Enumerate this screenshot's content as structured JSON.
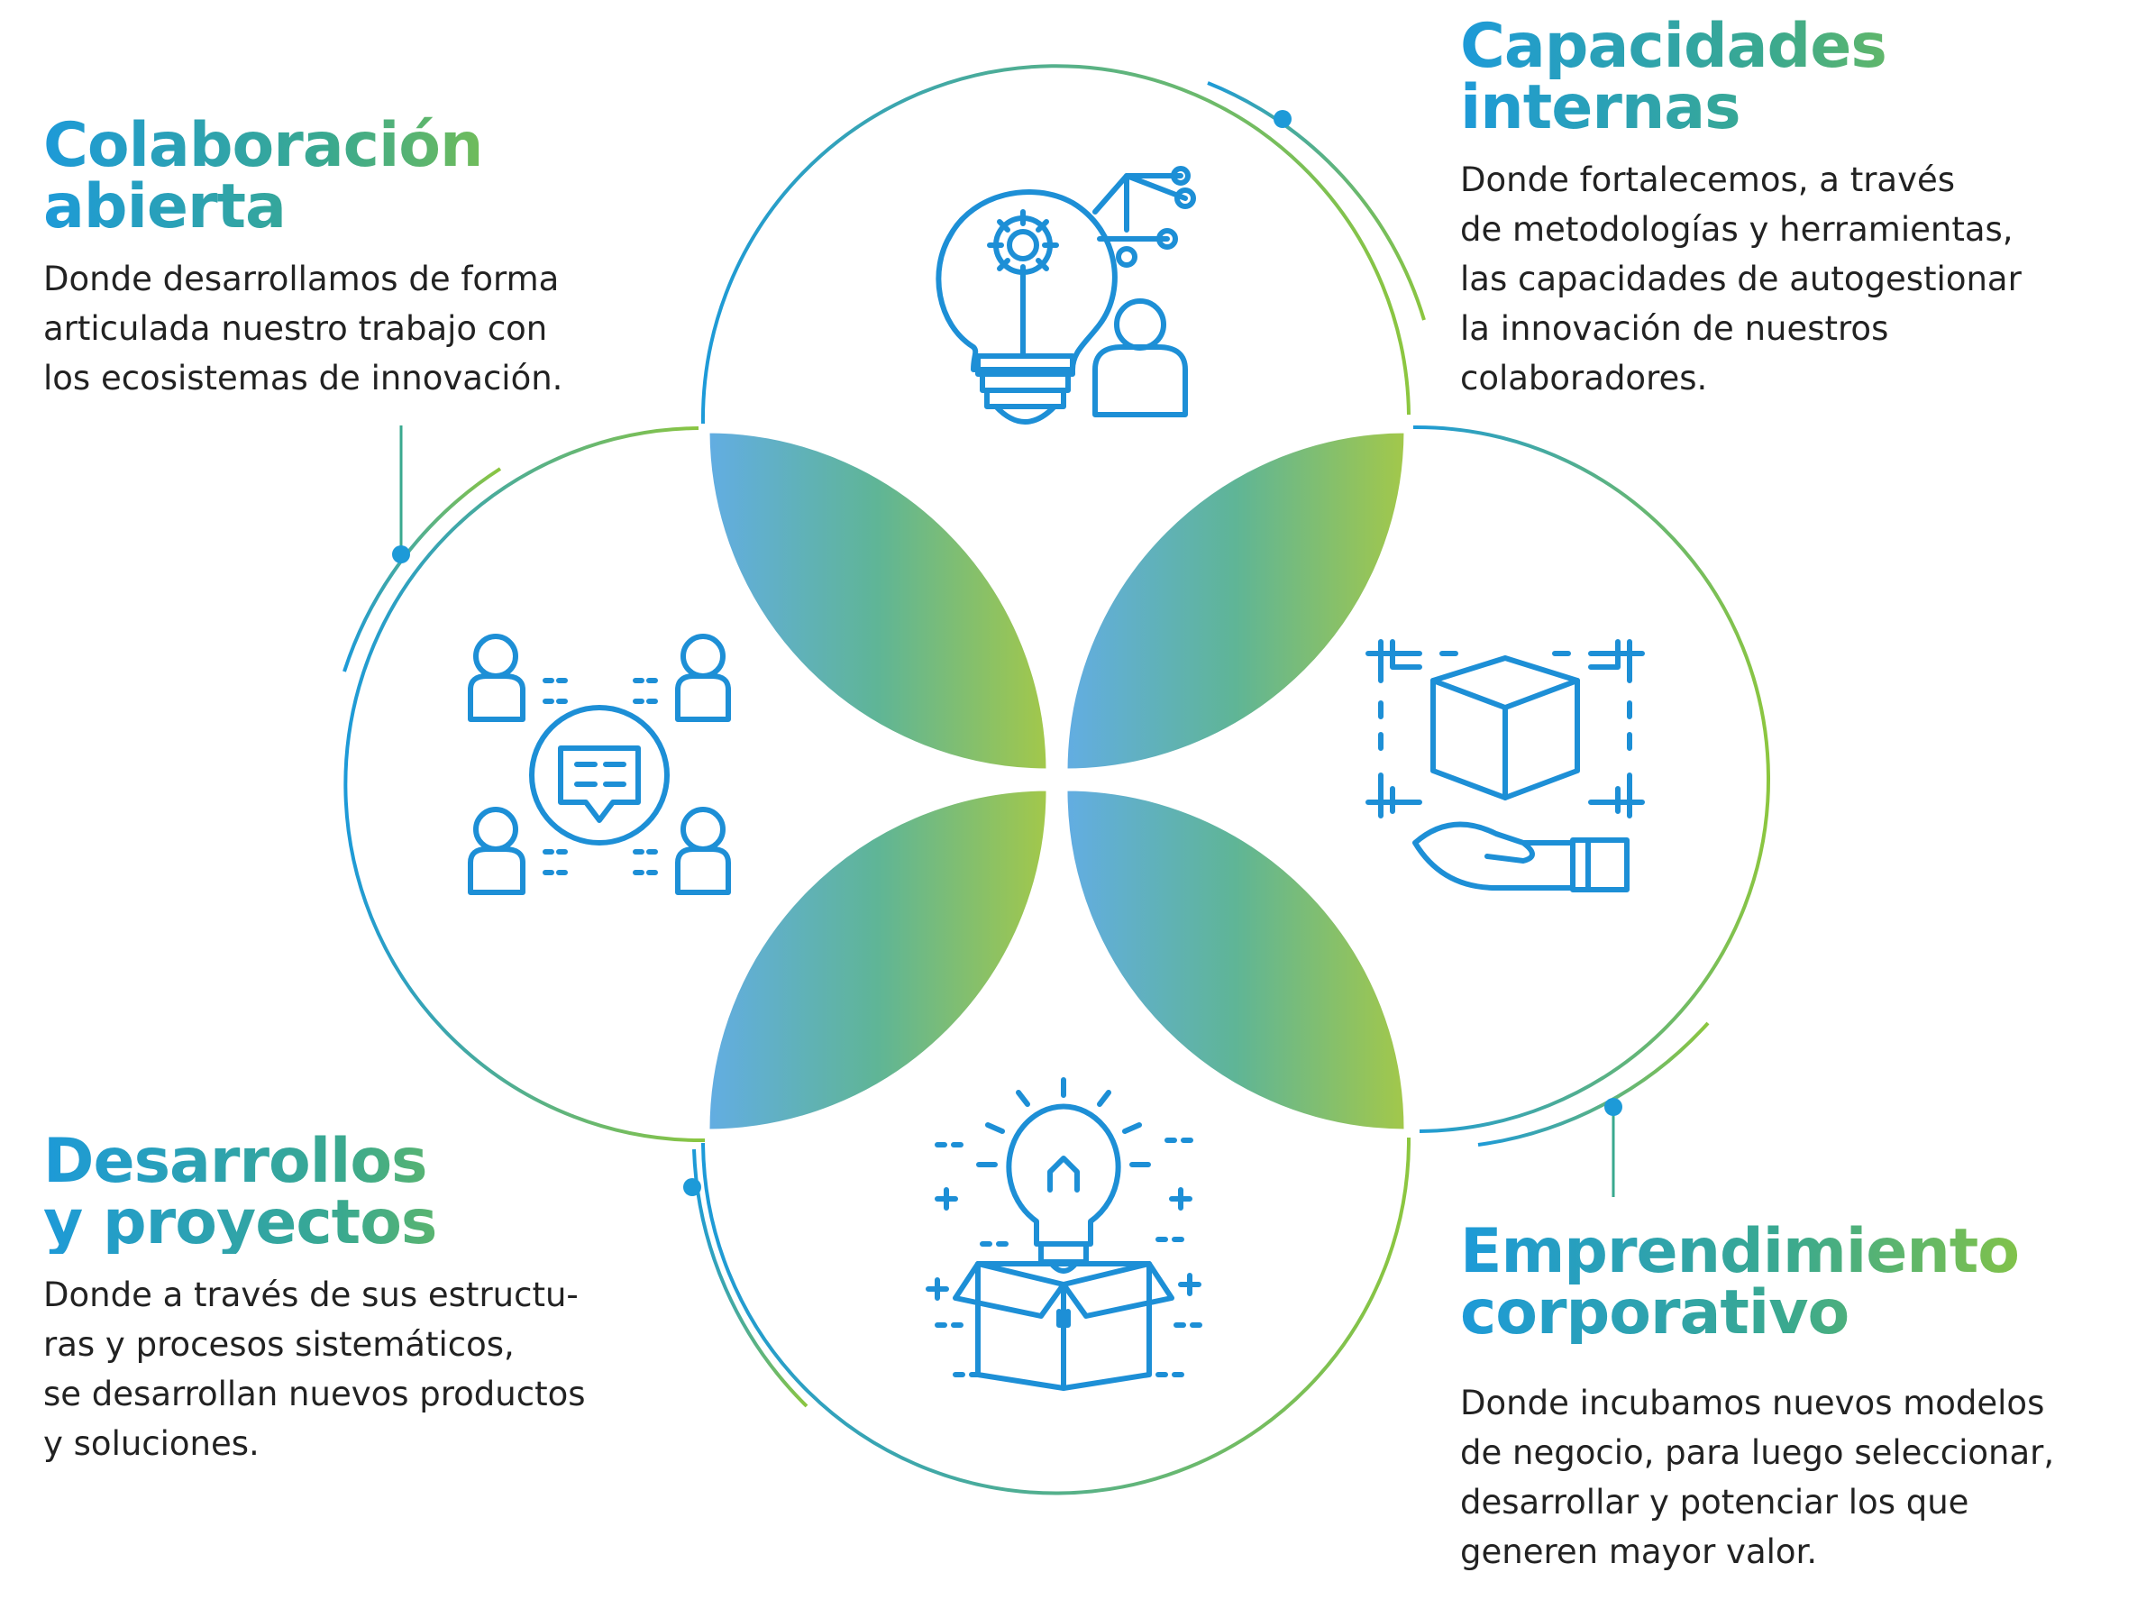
{
  "colors": {
    "gradient_blue": "#1d9ad8",
    "gradient_green": "#8cc63f",
    "icon_blue": "#1d8fd6",
    "text": "#222222"
  },
  "sections": {
    "colaboracion": {
      "title_lines": [
        "Colaboración",
        "abierta"
      ],
      "desc_lines": [
        "Donde desarrollamos de forma",
        "articulada nuestro trabajo con",
        "los ecosistemas de innovación."
      ],
      "icon": "team-chat-icon"
    },
    "capacidades": {
      "title_lines": [
        "Capacidades",
        "internas"
      ],
      "desc_lines": [
        "Donde fortalecemos, a través",
        "de metodologías y herramientas,",
        "las capacidades de autogestionar",
        "la innovación de nuestros",
        "colaboradores."
      ],
      "icon": "lightbulb-gear-person-icon"
    },
    "desarrollos": {
      "title_lines": [
        "Desarrollos",
        "y proyectos"
      ],
      "desc_lines": [
        "Donde a través de sus estructu-",
        "ras y procesos sistemáticos,",
        "se desarrollan nuevos productos",
        "y soluciones."
      ],
      "icon": "lightbulb-box-icon"
    },
    "emprendimiento": {
      "title_lines": [
        "Emprendimiento",
        "corporativo"
      ],
      "desc_lines": [
        "Donde incubamos nuevos modelos",
        "de negocio, para luego seleccionar,",
        "desarrollar y potenciar los que",
        "generen mayor valor."
      ],
      "icon": "hand-cube-icon"
    }
  }
}
